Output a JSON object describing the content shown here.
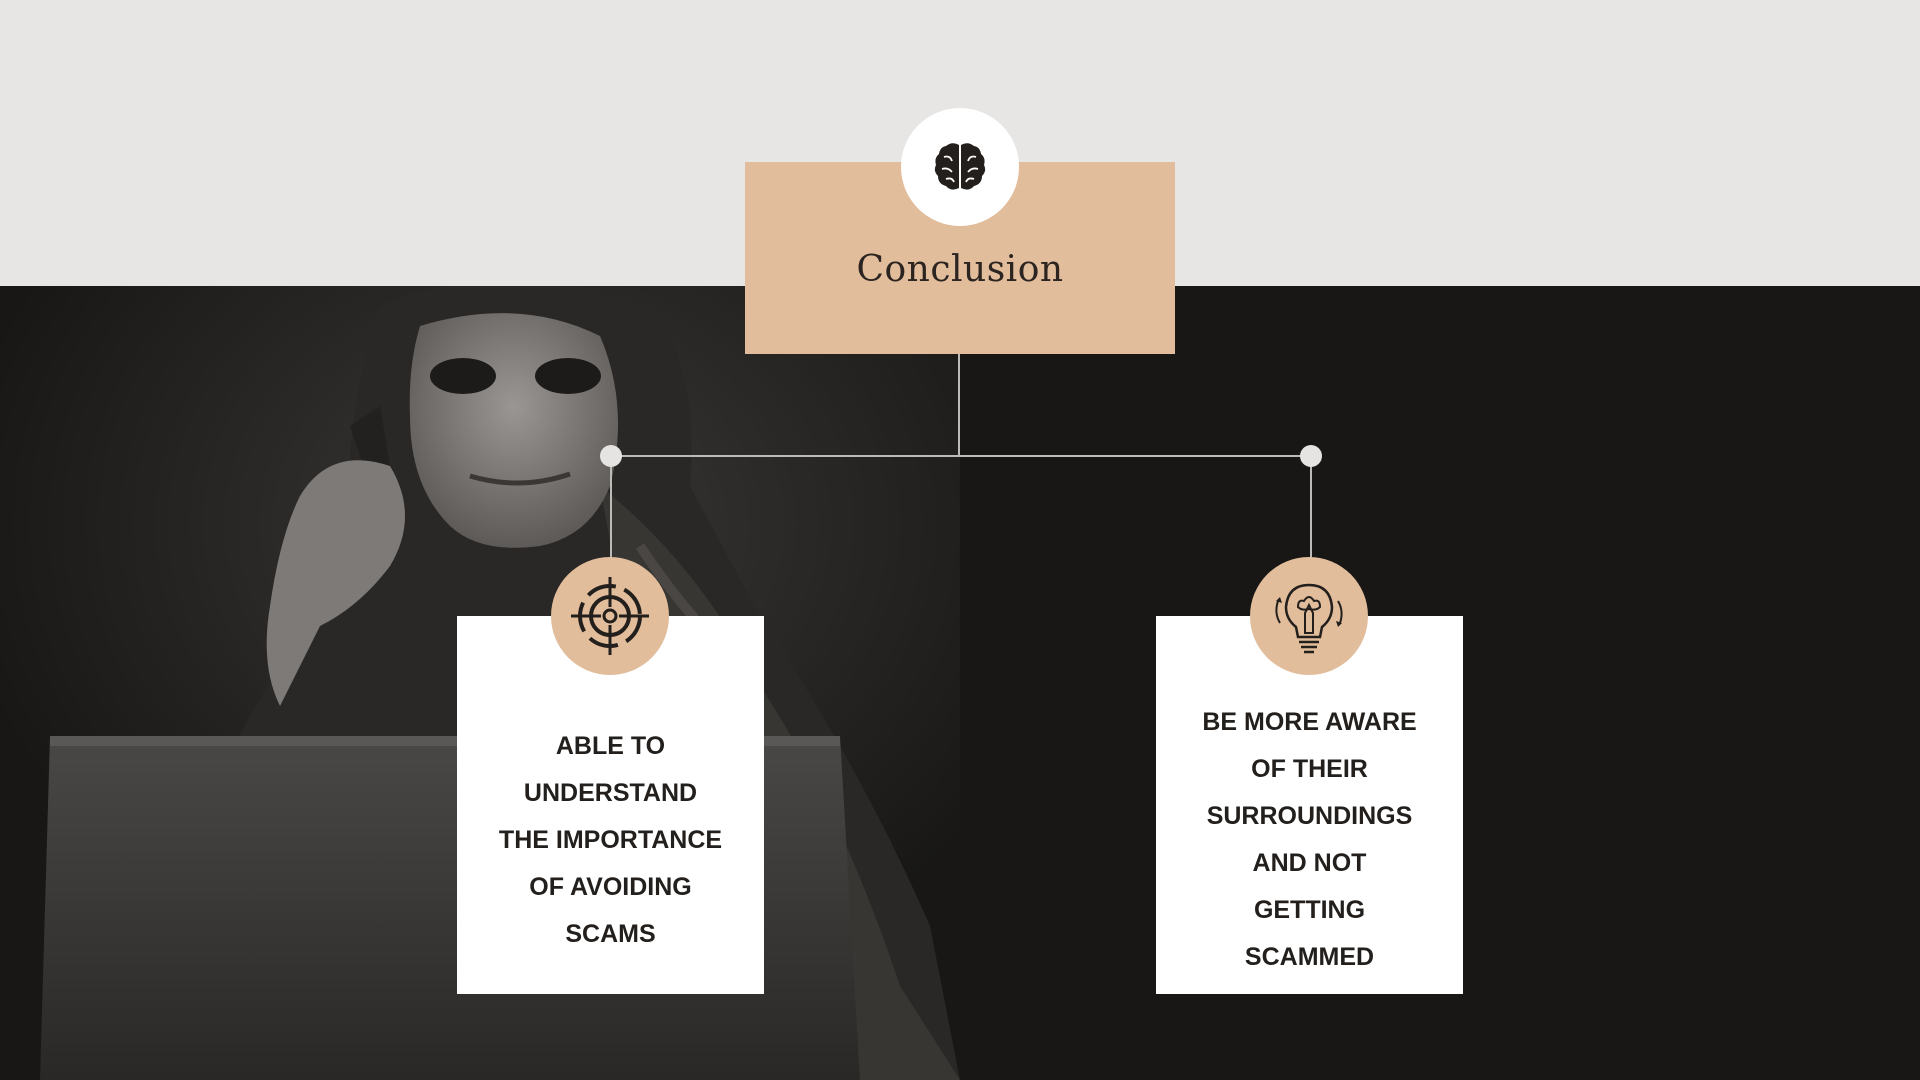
{
  "diagram": {
    "title": "Conclusion",
    "nodes": [
      {
        "id": "left",
        "text": "ABLE TO\nUNDERSTAND\nTHE IMPORTANCE\nOF AVOIDING\nSCAMS",
        "icon": "target-icon"
      },
      {
        "id": "right",
        "text": "BE MORE AWARE\nOF THEIR\nSURROUNDINGS\nAND NOT\nGETTING\nSCAMMED",
        "icon": "lightbulb-idea-icon"
      }
    ],
    "title_icon": "brain-icon"
  },
  "colors": {
    "top_band": "#e8e6e5",
    "background": "#181716",
    "accent_peach": "#e2bd9b",
    "card": "#ffffff",
    "text_dark": "#231f1c",
    "connector": "#bdbbb8"
  }
}
